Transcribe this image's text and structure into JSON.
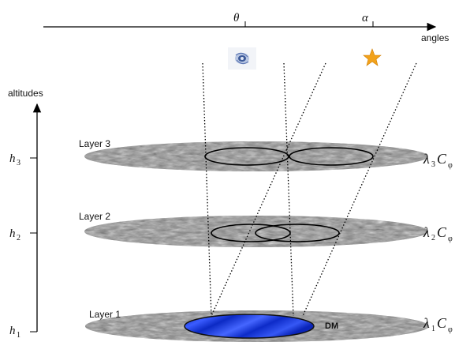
{
  "axes": {
    "angles_label": "angles",
    "altitudes_label": "altitudes",
    "theta": "θ",
    "alpha": "α"
  },
  "altitudes": [
    {
      "symbol": "h",
      "sub": "3"
    },
    {
      "symbol": "h",
      "sub": "2"
    },
    {
      "symbol": "h",
      "sub": "1"
    }
  ],
  "layers": [
    {
      "label": "Layer 3",
      "weight": {
        "lambda": "λ",
        "sub": "3",
        "c": "C",
        "phi": "φ"
      }
    },
    {
      "label": "Layer 2",
      "weight": {
        "lambda": "λ",
        "sub": "2",
        "c": "C",
        "phi": "φ"
      }
    },
    {
      "label": "Layer 1",
      "weight": {
        "lambda": "λ",
        "sub": "1",
        "c": "C",
        "phi": "φ"
      }
    }
  ],
  "dm_label": "DM",
  "icons": {
    "galaxy": "galaxy-icon",
    "star": "star-icon"
  },
  "colors": {
    "dm": "#1f3fd6",
    "star": "#f2a21b",
    "layer": "#8a8a8a"
  }
}
